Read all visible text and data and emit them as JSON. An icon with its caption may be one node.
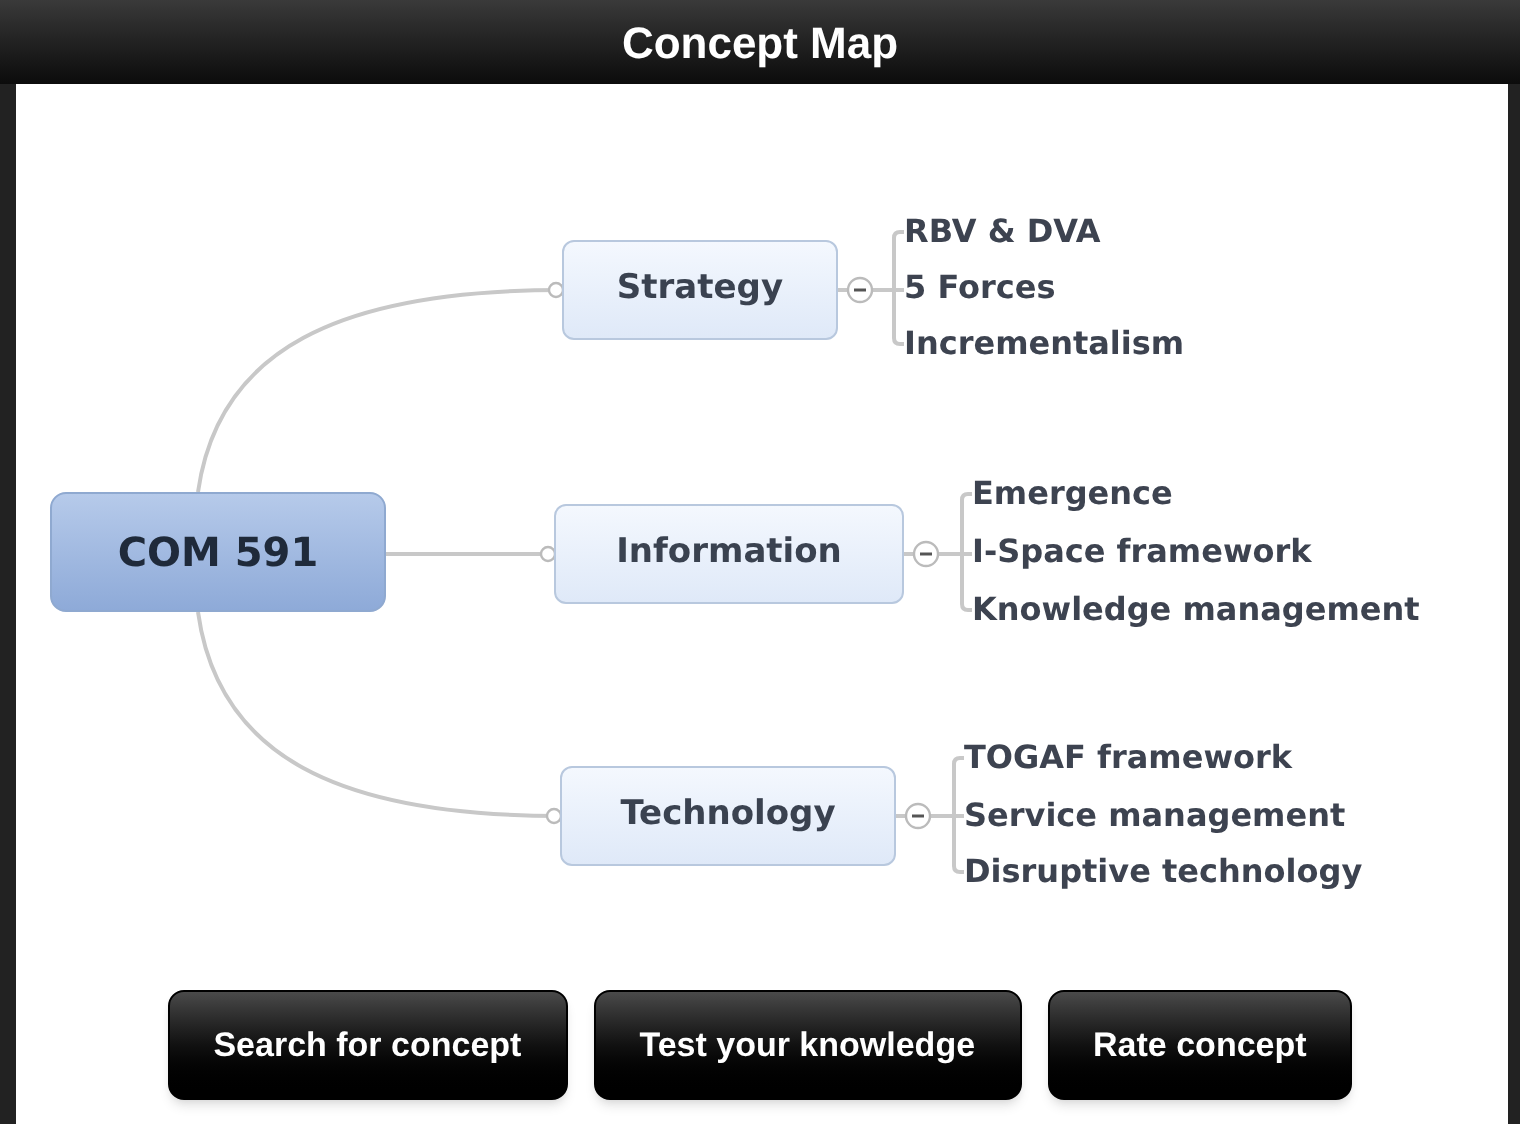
{
  "diagram": {
    "title": "Concept Map",
    "nodes": [
      {
        "text": [
          "COM 591"
        ]
      },
      {
        "text": [
          "Strategy"
        ]
      },
      {
        "text": [
          "RBV & DVA"
        ]
      },
      {
        "text": [
          "5 Forces"
        ]
      },
      {
        "text": [
          "Incrementalism"
        ]
      },
      {
        "text": [
          "Information"
        ]
      },
      {
        "text": [
          "Emergence"
        ]
      },
      {
        "text": [
          "I-Space framework"
        ]
      },
      {
        "text": [
          "Knowledge management"
        ]
      },
      {
        "text": [
          "Technology"
        ]
      },
      {
        "text": [
          "TOGAF framework"
        ]
      },
      {
        "text": [
          "Service management"
        ]
      },
      {
        "text": [
          "Disruptive technology"
        ]
      }
    ],
    "edges": [
      {
        "from": 0,
        "to": 1,
        "arrow": "other"
      },
      {
        "from": 1,
        "to": 2,
        "arrow": "none"
      },
      {
        "from": 1,
        "to": 3,
        "arrow": "none"
      },
      {
        "from": 1,
        "to": 4,
        "arrow": "none"
      },
      {
        "from": 0,
        "to": 5,
        "arrow": "other"
      },
      {
        "from": 5,
        "to": 6,
        "arrow": "none"
      },
      {
        "from": 5,
        "to": 7,
        "arrow": "none"
      },
      {
        "from": 5,
        "to": 8,
        "arrow": "none"
      },
      {
        "from": 0,
        "to": 9,
        "arrow": "other"
      },
      {
        "from": 9,
        "to": 10,
        "arrow": "none"
      },
      {
        "from": 9,
        "to": 11,
        "arrow": "none"
      },
      {
        "from": 9,
        "to": 12,
        "arrow": "none"
      }
    ],
    "labels": [
      "Search for concept",
      "Test your knowledge",
      "Rate concept"
    ]
  }
}
